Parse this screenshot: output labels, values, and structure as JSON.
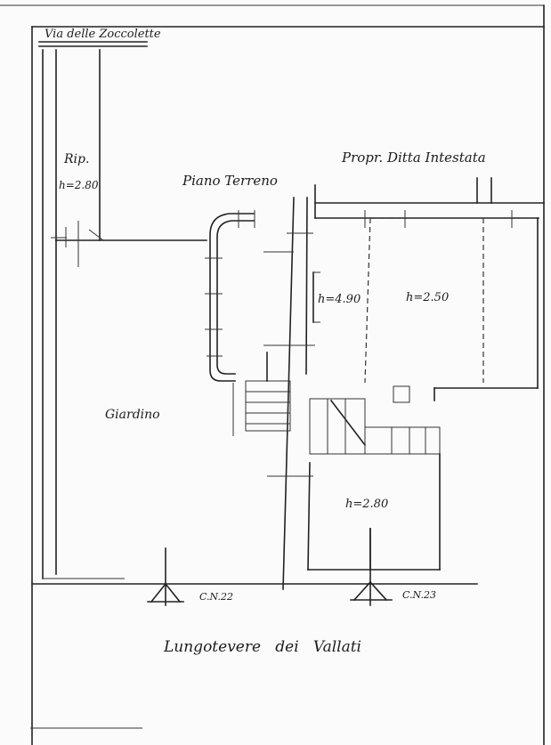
{
  "labels": {
    "street_top": "Via delle Zoccolette",
    "rip": "Rip.",
    "rip_height": "h=2.80",
    "floor": "Piano Terreno",
    "owner": "Propr. Ditta Intestata",
    "room1_height": "h=4.90",
    "room2_height": "h=2.50",
    "garden": "Giardino",
    "room3_height": "h=2.80",
    "civic1": "C.N.22",
    "civic2": "C.N.23",
    "street_bottom": "Lungotevere   dei   Vallati"
  },
  "colors": {
    "ink": "#222222",
    "paper": "#fbfbfb"
  }
}
